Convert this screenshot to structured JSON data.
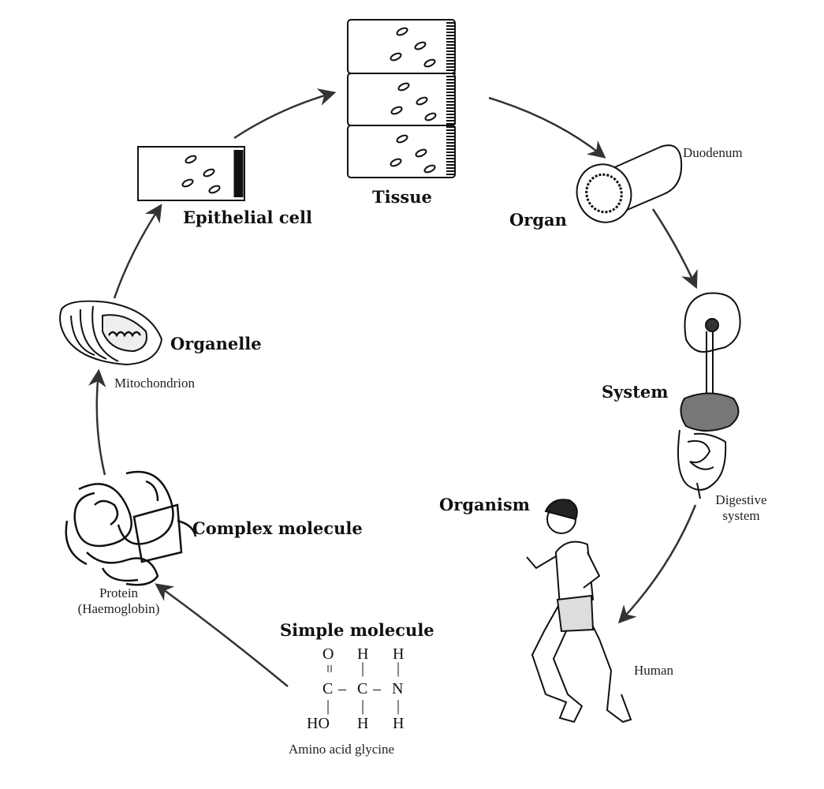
{
  "levels": {
    "simple_molecule": {
      "label": "Simple molecule",
      "caption": "Amino acid glycine"
    },
    "complex_molecule": {
      "label": "Complex molecule",
      "caption_line1": "Protein",
      "caption_line2": "(Haemoglobin)"
    },
    "organelle": {
      "label": "Organelle",
      "caption": "Mitochondrion"
    },
    "cell": {
      "label": "Epithelial cell"
    },
    "tissue": {
      "label": "Tissue"
    },
    "organ": {
      "label": "Organ",
      "caption": "Duodenum"
    },
    "system": {
      "label": "System",
      "caption_line1": "Digestive",
      "caption_line2": "system"
    },
    "organism": {
      "label": "Organism",
      "caption": "Human"
    }
  },
  "formula": {
    "o": "O",
    "h1": "H",
    "h2": "H",
    "dbl": "=",
    "bar1": "|",
    "bar2": "|",
    "c1": "C",
    "dash1": "–",
    "c2": "C",
    "dash2": "–",
    "n": "N",
    "bar3": "|",
    "bar4": "|",
    "bar5": "|",
    "ho": "HO",
    "h3": "H",
    "h4": "H"
  },
  "colors": {
    "ink": "#111111",
    "arrow": "#333333"
  }
}
